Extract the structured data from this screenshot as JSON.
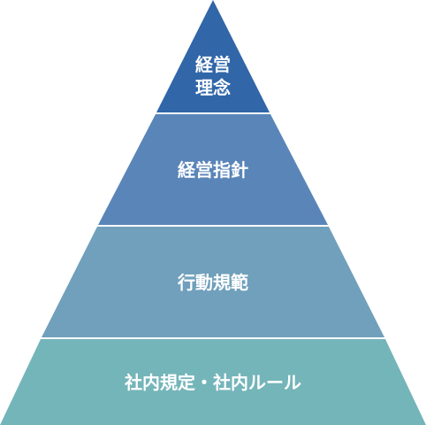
{
  "pyramid": {
    "tiers": [
      {
        "lines": [
          "経営",
          "理念"
        ],
        "color": "#3166A8"
      },
      {
        "lines": [
          "経営指針"
        ],
        "color": "#5A85B8"
      },
      {
        "lines": [
          "行動規範"
        ],
        "color": "#70A0BB"
      },
      {
        "lines": [
          "社内規定・社内ルール"
        ],
        "color": "#74B5B9"
      }
    ]
  }
}
